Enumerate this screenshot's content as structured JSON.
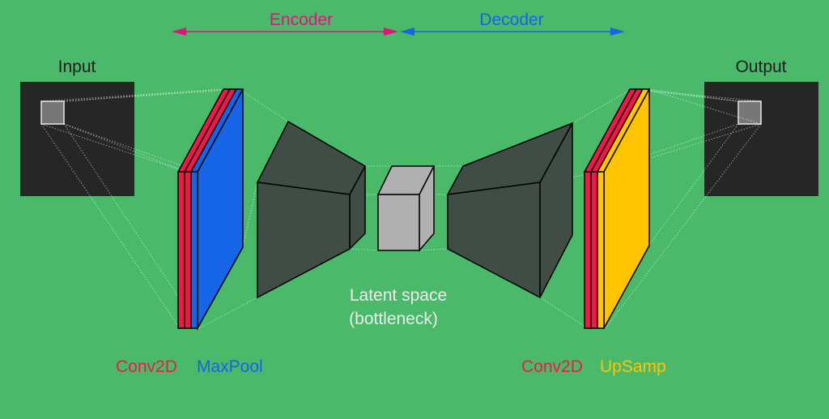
{
  "labels": {
    "encoder": "Encoder",
    "decoder": "Decoder",
    "input": "Input",
    "output": "Output",
    "latent_line1": "Latent space",
    "latent_line2": "(bottleneck)",
    "enc_conv": "Conv2D",
    "enc_pool": "MaxPool",
    "dec_conv": "Conv2D",
    "dec_upsamp": "UpSamp"
  },
  "colors": {
    "background": "#4aba6a",
    "conv": "#f0174a",
    "pool": "#1565e6",
    "upsamp": "#ffc400",
    "encoder_arrow": "#e0137a",
    "decoder_arrow": "#1565e6",
    "image": "#262626",
    "block": "#3f4d45",
    "latent": "#b0b0b0",
    "text_dark": "#1e1e1e",
    "text_light": "#ececec"
  },
  "icons": {
    "encoder_arrow": "double-arrow-icon",
    "decoder_arrow": "double-arrow-icon"
  }
}
